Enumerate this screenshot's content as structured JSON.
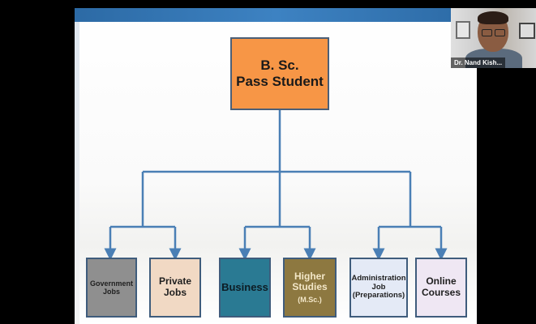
{
  "slide": {
    "root": {
      "line1": "B. Sc.",
      "line2": "Pass Student"
    },
    "leaves": {
      "government": {
        "line1": "Government",
        "line2": "Jobs"
      },
      "private": {
        "line1": "Private",
        "line2": "Jobs"
      },
      "business": {
        "label": "Business"
      },
      "higher": {
        "line1": "Higher",
        "line2": "Studies",
        "sub": "(M.Sc.)"
      },
      "administration": {
        "line1": "Administration",
        "line2": "Job",
        "line3": "(Preparations)"
      },
      "online": {
        "line1": "Online",
        "line2": "Courses"
      }
    }
  },
  "webcam": {
    "participant_name": "Dr. Nand Kish..."
  },
  "colors": {
    "connector": "#4a7fb5",
    "root_fill": "#f79646",
    "business_fill": "#2a7a93",
    "higher_fill": "#8d7840",
    "slide_header": "#2c6aa5"
  }
}
